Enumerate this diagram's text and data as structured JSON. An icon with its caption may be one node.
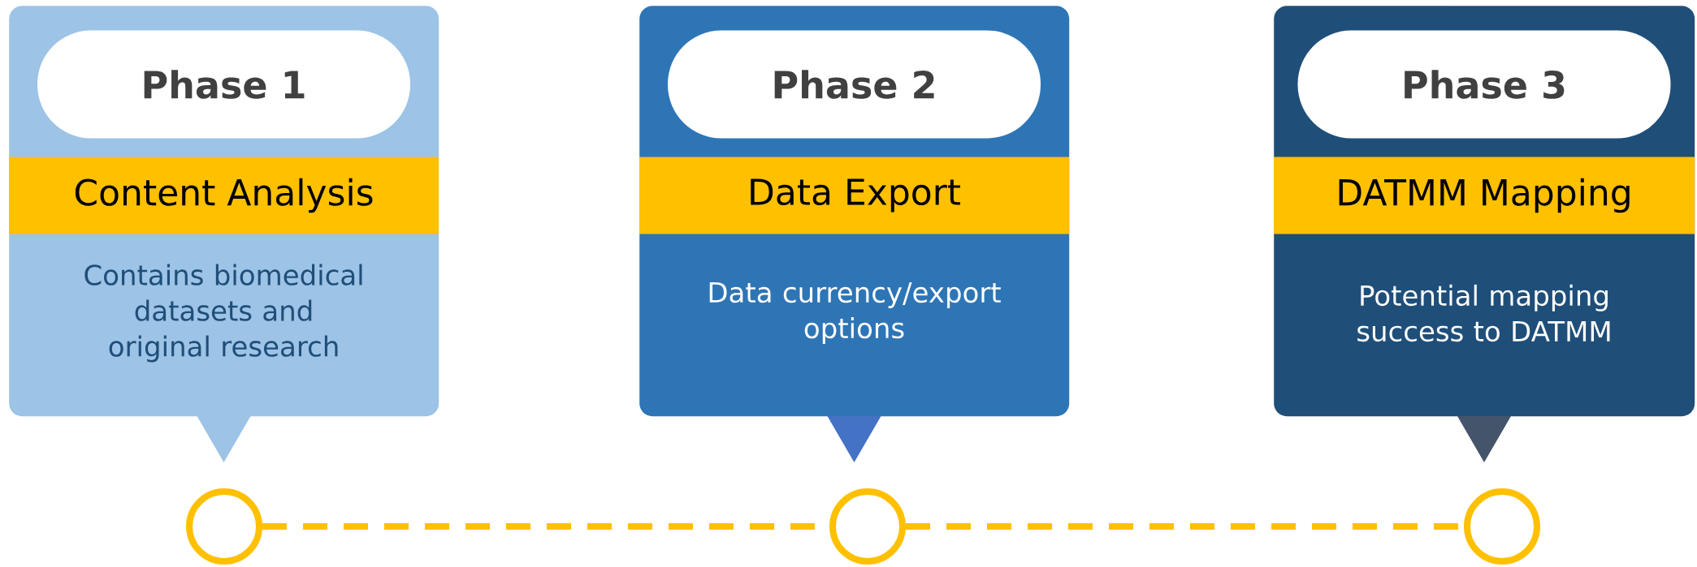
{
  "diagram": {
    "nodes": [
      {
        "text": [
          "Contains biomedical datasets and original research"
        ]
      },
      {
        "text": [
          "Phase 1"
        ],
        "in": 0
      },
      {
        "text": [
          "Content Analysis"
        ],
        "in": 0
      },
      {
        "text": [
          "Data currency/export options"
        ]
      },
      {
        "text": [
          "Phase 2"
        ],
        "in": 3
      },
      {
        "text": [
          "Data Export"
        ],
        "in": 3
      },
      {
        "text": [
          "Potential mapping success to DATMM"
        ]
      },
      {
        "text": [
          "Phase 3"
        ],
        "in": 6
      },
      {
        "text": [
          "DATMM Mapping"
        ],
        "in": 6
      },
      {
        "text": [],
        "shape": "circle"
      },
      {
        "text": [],
        "shape": "circle"
      },
      {
        "text": [],
        "shape": "circle"
      }
    ],
    "edges": [
      {
        "from": 9,
        "to": 10,
        "arrow": "none",
        "style": "dashed"
      },
      {
        "from": 10,
        "to": 11,
        "arrow": "none",
        "style": "dashed"
      }
    ]
  }
}
